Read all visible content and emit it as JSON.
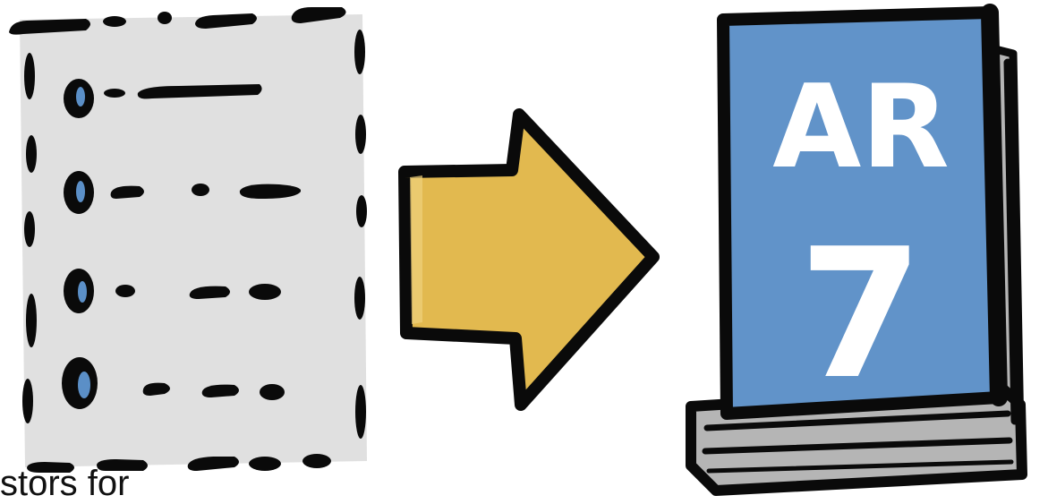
{
  "caption": "stors for",
  "book": {
    "line1": "AR",
    "line2": "7"
  },
  "colors": {
    "paper": "#e0e0e0",
    "outline": "#0a0a0a",
    "bullet": "#5b8fc7",
    "arrow": "#e2b94f",
    "cover": "#6193c9",
    "pages": "#b5b5b5",
    "background": "#ffffff"
  },
  "icons": [
    "list-document-icon",
    "arrow-right-icon",
    "book-icon"
  ],
  "list_items": 4
}
